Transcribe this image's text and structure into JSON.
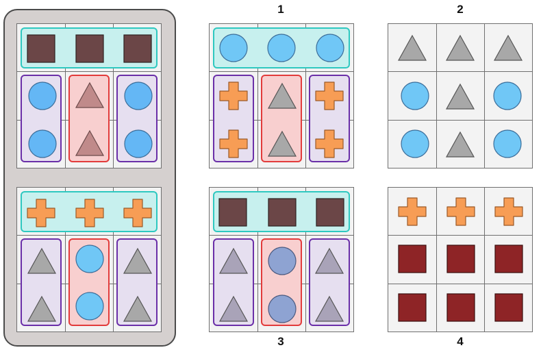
{
  "option_labels": [
    "1",
    "2",
    "3",
    "4"
  ],
  "colors": {
    "square_brown": "#6b4647",
    "square_red": "#8e2426",
    "circle_blue": "#64b7f5",
    "circle_sky": "#70c7f6",
    "circle_slate": "#8ea3d2",
    "cross_orange": "#f79d55",
    "triangle_gray": "#a8a8a8",
    "triangle_rose": "#c08a8a",
    "triangle_lilac": "#a9a3b8",
    "band_row_border": "#2ec8c0",
    "band_col_border": "#6a2fa8",
    "band_mid_border": "#e23b3b"
  },
  "puzzle": {
    "top": {
      "row1": "square-brown",
      "columns_outer": "circle-blue",
      "column_middle": "triangle-rose"
    },
    "bottom": {
      "row1": "cross-orange",
      "columns_outer": "triangle-gray",
      "column_middle": "circle-sky"
    }
  },
  "options": {
    "1": {
      "row1": "circle-sky",
      "columns_outer": "cross-orange",
      "column_middle": "triangle-gray"
    },
    "2": {
      "row1": "triangle-gray",
      "columns_outer": "circle-sky",
      "column_middle": "triangle-gray",
      "banded": false
    },
    "3": {
      "row1": "square-brown",
      "columns_outer": "triangle-lilac",
      "column_middle": "circle-slate"
    },
    "4": {
      "row1": "cross-orange",
      "columns_outer": "square-red",
      "column_middle": "square-red",
      "banded": false
    }
  }
}
